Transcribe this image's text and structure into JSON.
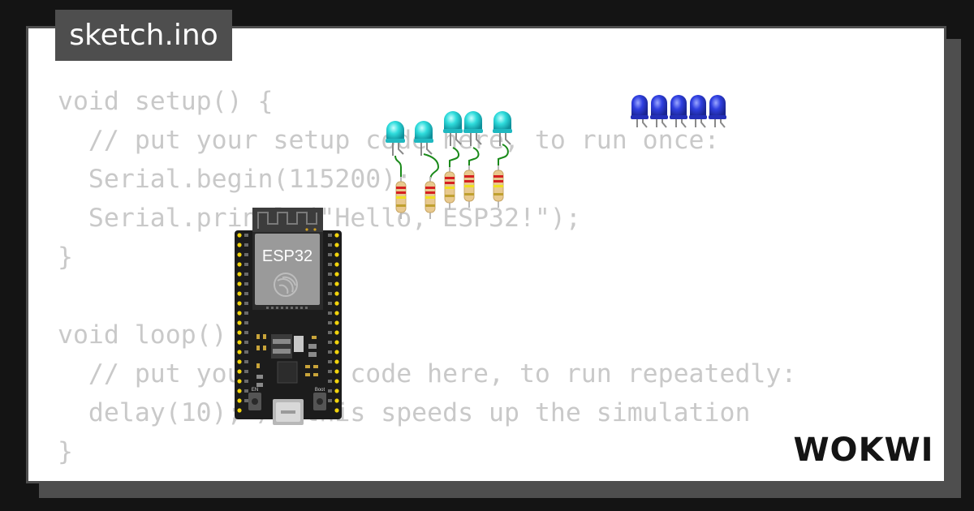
{
  "tab": {
    "filename": "sketch.ino"
  },
  "editor": {
    "lines": [
      "void setup() {",
      "  // put your setup code here, to run once:",
      "  Serial.begin(115200);",
      "  Serial.println(\"Hello, ESP32!\");",
      "}",
      "",
      "void loop() {",
      "  // put your main code here, to run repeatedly:",
      "  delay(10); // this speeds up the simulation",
      "}"
    ]
  },
  "board": {
    "label": "ESP32",
    "boot_label": "Boot",
    "en_label": "EN"
  },
  "brand": {
    "name": "WOKWI"
  },
  "colors": {
    "background": "#141414",
    "frame": "#4e4e4e",
    "code_text": "#c9c9c9",
    "led_cyan": "#27d6d6",
    "led_blue": "#2a3ad6",
    "wire": "#1a8a1a",
    "board": "#1c1c1c"
  },
  "icons": {
    "board_logo": "espressif-logo-icon",
    "brand_logo": "wokwi-logo-icon"
  }
}
